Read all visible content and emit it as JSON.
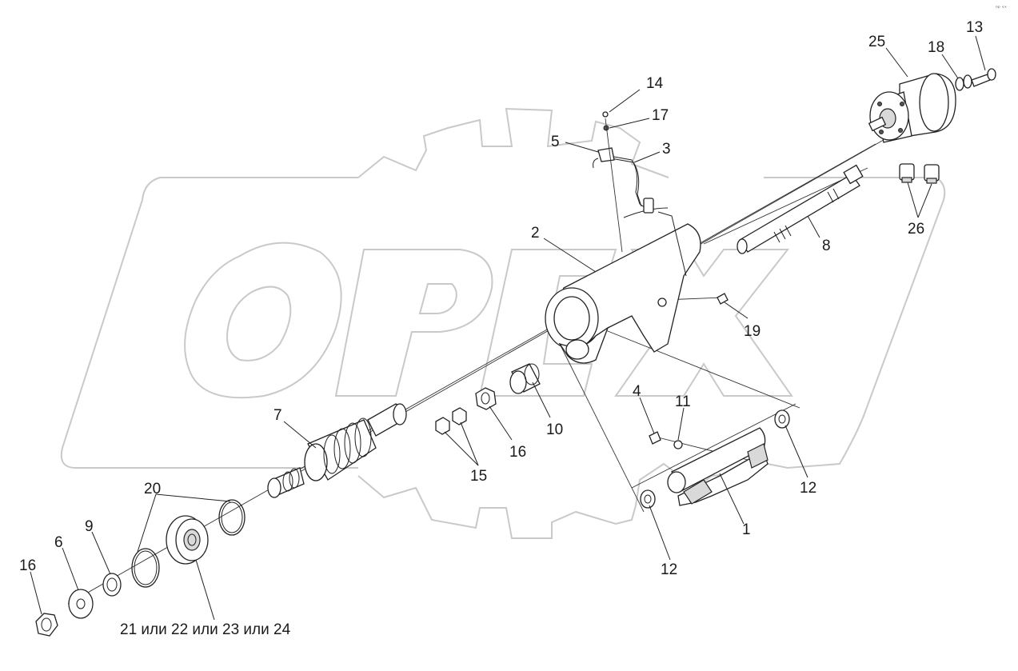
{
  "watermark": {
    "text": "OPEX"
  },
  "corner_mark": "ᵒᵖ ᵉˣ",
  "callouts": {
    "c1": "1",
    "c2": "2",
    "c3": "3",
    "c4": "4",
    "c5": "5",
    "c6": "6",
    "c7": "7",
    "c8": "8",
    "c9": "9",
    "c10": "10",
    "c11": "11",
    "c12a": "12",
    "c12b": "12",
    "c13": "13",
    "c14": "14",
    "c15": "15",
    "c16a": "16",
    "c16b": "16",
    "c17": "17",
    "c18": "18",
    "c19": "19",
    "c20": "20",
    "c25": "25",
    "c26": "26",
    "bearing": "21 или 22 или 23 или 24"
  }
}
